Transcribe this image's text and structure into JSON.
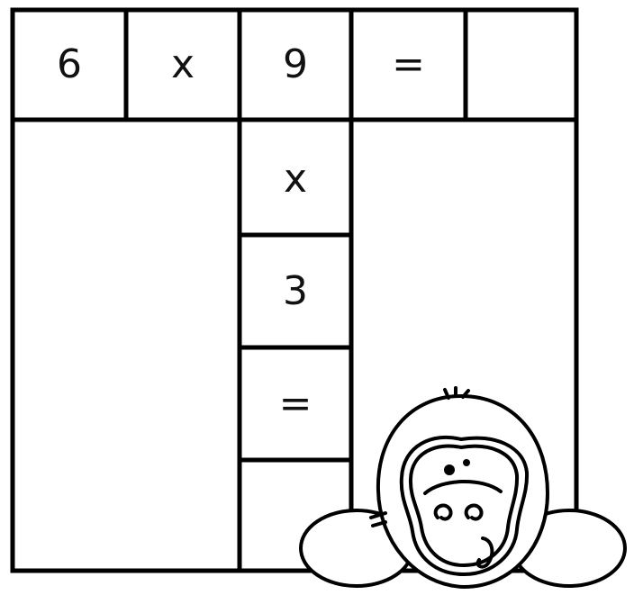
{
  "puzzle": {
    "top_row": {
      "first": "6",
      "operator": "x",
      "second": "9",
      "equals": "=",
      "answer": ""
    },
    "column": {
      "operator": "x",
      "multiplier": "3",
      "equals": "=",
      "answer": ""
    }
  },
  "colors": {
    "line": "#000000",
    "background": "#ffffff"
  },
  "icons": {
    "mascot": "gorilla-face-icon"
  }
}
